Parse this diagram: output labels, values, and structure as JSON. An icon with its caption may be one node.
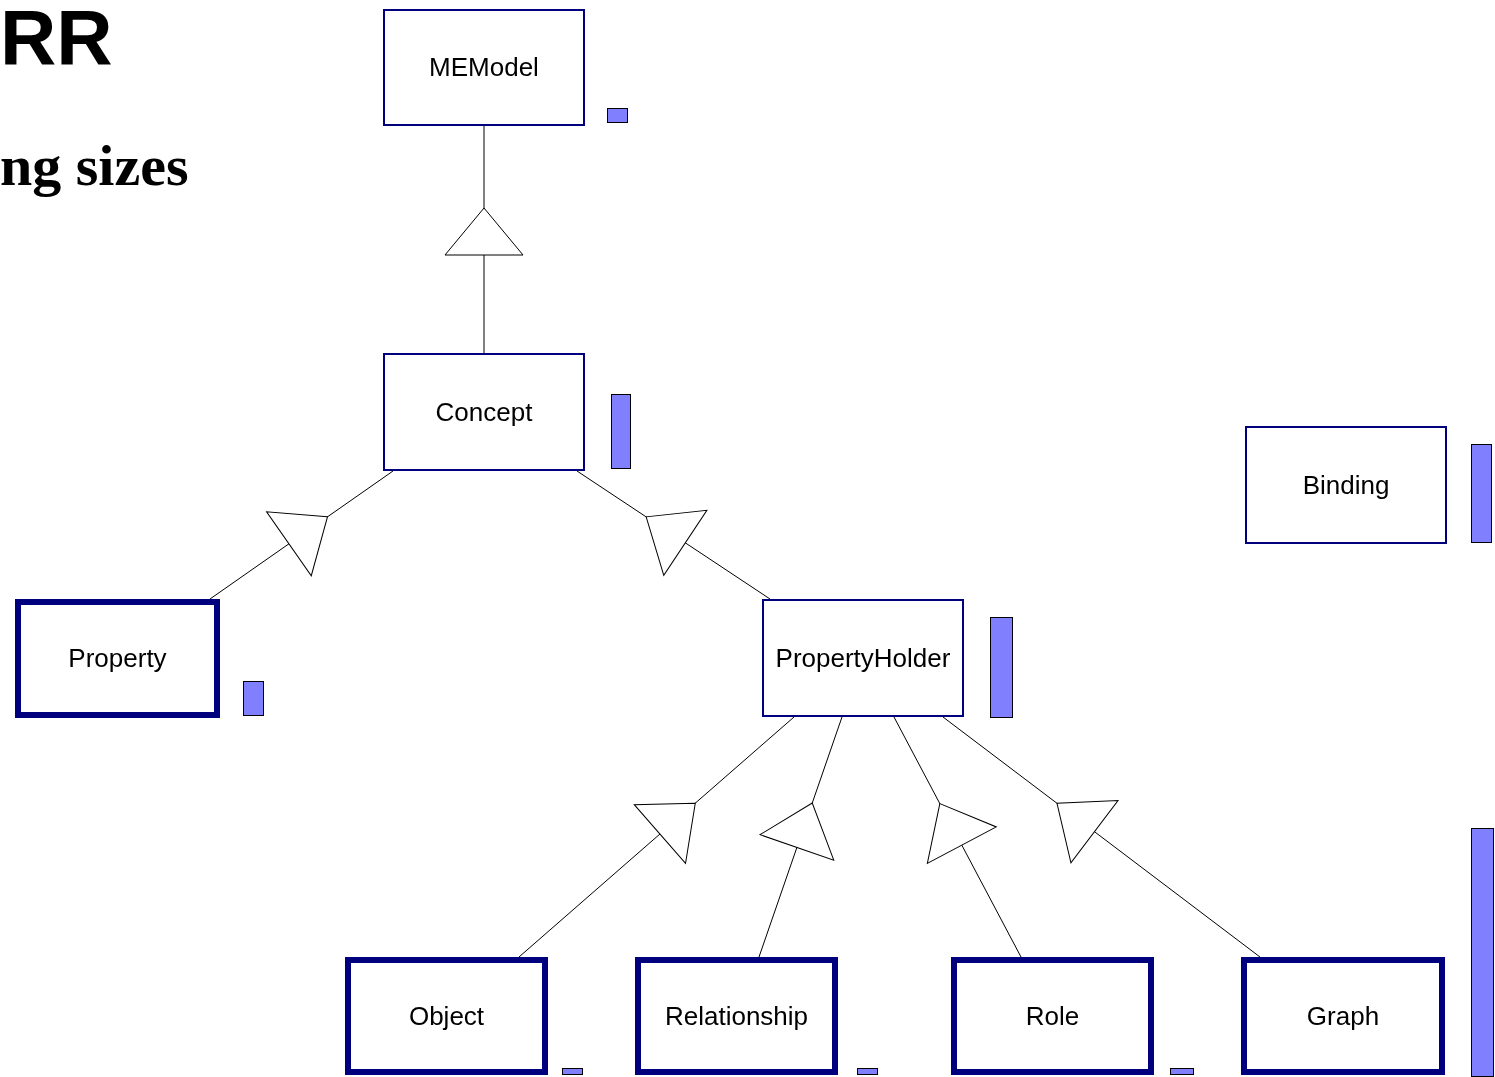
{
  "diagram": {
    "nodes": [
      {
        "text": [
          "MEModel"
        ]
      },
      {
        "text": [
          "Concept"
        ]
      },
      {
        "text": [
          "Property"
        ]
      },
      {
        "text": [
          "PropertyHolder"
        ]
      },
      {
        "text": [
          "Object"
        ]
      },
      {
        "text": [
          "Relationship"
        ]
      },
      {
        "text": [
          "Role"
        ]
      },
      {
        "text": [
          "Graph"
        ]
      },
      {
        "text": [
          "Binding"
        ]
      },
      {
        "text": [],
        "shape": "bar"
      },
      {
        "text": [],
        "shape": "bar"
      },
      {
        "text": [],
        "shape": "bar"
      },
      {
        "text": [],
        "shape": "bar"
      },
      {
        "text": [],
        "shape": "bar"
      },
      {
        "text": [],
        "shape": "bar"
      },
      {
        "text": [],
        "shape": "bar"
      },
      {
        "text": [],
        "shape": "bar"
      },
      {
        "text": [],
        "shape": "bar"
      }
    ],
    "edges": [
      {
        "from": 1,
        "to": 0,
        "arrow": "to"
      },
      {
        "from": 2,
        "to": 1,
        "arrow": "to"
      },
      {
        "from": 3,
        "to": 1,
        "arrow": "to"
      },
      {
        "from": 4,
        "to": 3,
        "arrow": "to"
      },
      {
        "from": 5,
        "to": 3,
        "arrow": "to"
      },
      {
        "from": 6,
        "to": 3,
        "arrow": "to"
      },
      {
        "from": 7,
        "to": 3,
        "arrow": "to"
      }
    ],
    "labels": [
      "RR",
      "ng sizes"
    ]
  }
}
